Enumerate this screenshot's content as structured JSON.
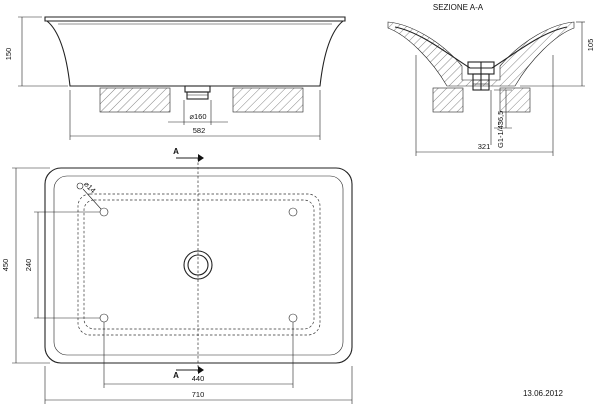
{
  "section_title": "SEZIONE  A-A",
  "date": "13.06.2012",
  "front_view": {
    "height_label": "150",
    "drain_label": "⌀160",
    "width_label": "582"
  },
  "section_view": {
    "height_label": "105",
    "drain_height_label": "36,5",
    "thread_label": "G1-1/4\"",
    "width_label": "321"
  },
  "plan_view": {
    "section_marker_top": "A",
    "section_marker_bottom": "A",
    "hole_label": "⌀14",
    "height_label": "450",
    "inner_height_label": "240",
    "inner_width_label": "440",
    "width_label": "710"
  }
}
